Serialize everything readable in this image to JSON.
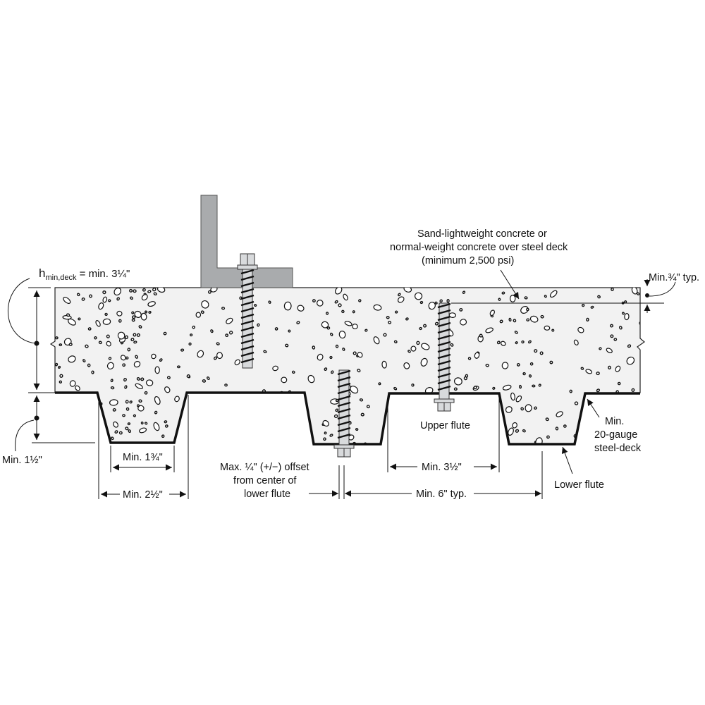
{
  "labels": {
    "concrete_line1": "Sand-lightweight concrete or",
    "concrete_line2": "normal-weight concrete over steel deck",
    "concrete_line3": "(minimum 2,500 psi)",
    "hmin_h": "h",
    "hmin_sub": "min,deck",
    "hmin_val": " = min. 3¼\"",
    "min_3_4": "Min.¾\" typ.",
    "min_1_5": "Min. 1½\"",
    "min_1_75": "Min. 1¾\"",
    "min_2_5": "Min. 2½\"",
    "offset_line1": "Max. ¼\" (+/−) offset",
    "offset_line2": "from center of",
    "offset_line3": "lower flute",
    "min_3_5": "Min. 3½\"",
    "min_6": "Min. 6\" typ.",
    "upper_flute": "Upper flute",
    "lower_flute": "Lower flute",
    "deck_line1": "Min.",
    "deck_line2": "20-gauge",
    "deck_line3": "steel-deck"
  },
  "colors": {
    "concrete": "#f2f2f2",
    "steel": "#a9abad",
    "anchor": "#d8dadc",
    "ink": "#111111"
  }
}
